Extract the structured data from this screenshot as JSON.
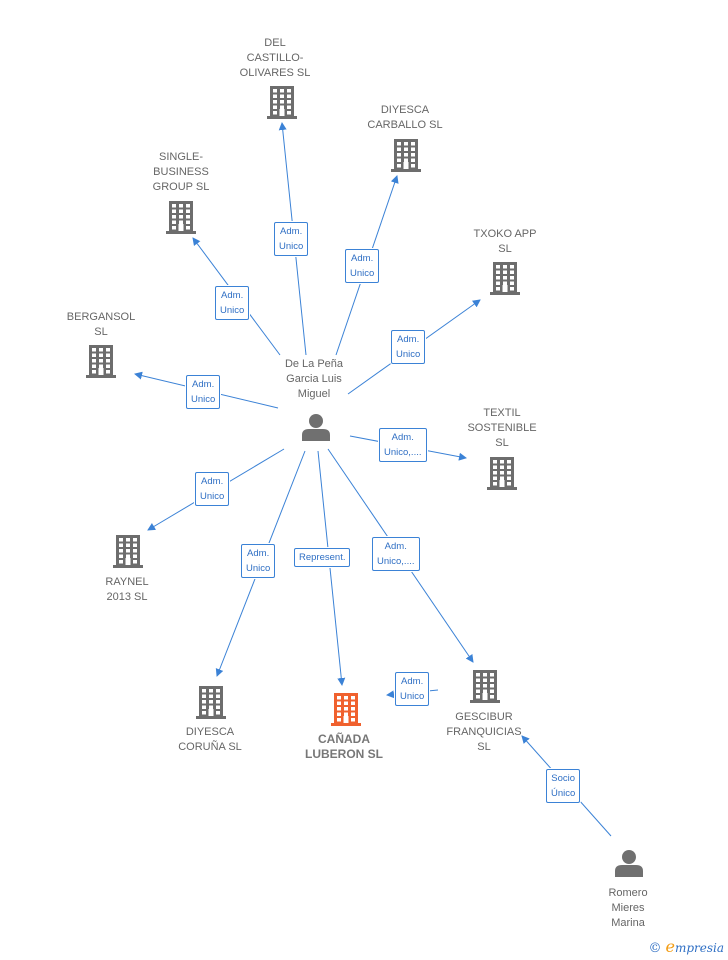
{
  "colors": {
    "edge": "#3b82d6",
    "building": "#6d6d6d",
    "building_target": "#f0612e",
    "person": "#707070"
  },
  "nodes": {
    "del_castillo": {
      "label": "DEL\nCASTILLO-\nOLIVARES  SL",
      "type": "company"
    },
    "diyesca_carballo": {
      "label": "DIYESCA\nCARBALLO SL",
      "type": "company"
    },
    "single_business": {
      "label": "SINGLE-\nBUSINESS\nGROUP  SL",
      "type": "company"
    },
    "txoko": {
      "label": "TXOKO APP\nSL",
      "type": "company"
    },
    "bergansol": {
      "label": "BERGANSOL\nSL",
      "type": "company"
    },
    "textil": {
      "label": "TEXTIL\nSOSTENIBLE\nSL",
      "type": "company"
    },
    "raynel": {
      "label": "RAYNEL\n2013 SL",
      "type": "company"
    },
    "diyesca_coruna": {
      "label": "DIYESCA\nCORUÑA  SL",
      "type": "company"
    },
    "canada": {
      "label": "CAÑADA\nLUBERON  SL",
      "type": "company-target"
    },
    "gescibur": {
      "label": "GESCIBUR\nFRANQUICIAS\nSL",
      "type": "company"
    },
    "de_la_pena": {
      "label": "De La Peña\nGarcia Luis\nMiguel",
      "type": "person"
    },
    "romero": {
      "label": "Romero\nMieres\nMarina",
      "type": "person"
    }
  },
  "edges": [
    {
      "id": "e_del_castillo",
      "label": "Adm.\nUnico"
    },
    {
      "id": "e_diyesca_carballo",
      "label": "Adm.\nUnico"
    },
    {
      "id": "e_single_business",
      "label": "Adm.\nUnico"
    },
    {
      "id": "e_txoko",
      "label": "Adm.\nUnico"
    },
    {
      "id": "e_bergansol",
      "label": "Adm.\nUnico"
    },
    {
      "id": "e_textil",
      "label": "Adm.\nUnico,...."
    },
    {
      "id": "e_raynel",
      "label": "Adm.\nUnico"
    },
    {
      "id": "e_diyesca_coruna",
      "label": "Adm.\nUnico"
    },
    {
      "id": "e_canada",
      "label": "Represent."
    },
    {
      "id": "e_gescibur",
      "label": "Adm.\nUnico,...."
    },
    {
      "id": "e_gescibur_canada",
      "label": "Adm.\nUnico"
    },
    {
      "id": "e_romero_gescibur",
      "label": "Socio\nÚnico"
    }
  ],
  "footer": {
    "copyright": "©",
    "brand_initial": "e",
    "brand_rest": "mpresia"
  }
}
